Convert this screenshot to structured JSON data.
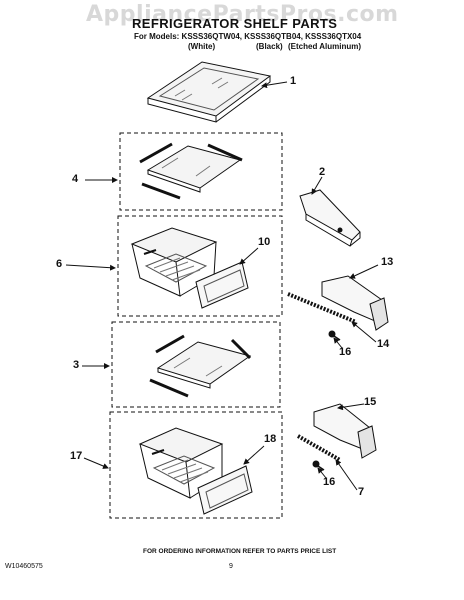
{
  "watermark": "AppliancePartsPros.com",
  "title": "REFRIGERATOR SHELF PARTS",
  "models_line": "For Models: KSSS36QTW04, KSSS36QTB04, KSSS36QTX04",
  "finishes": [
    "(White)",
    "(Black)",
    "(Etched Aluminum)"
  ],
  "callouts": [
    "1",
    "2",
    "4",
    "10",
    "6",
    "13",
    "14",
    "16",
    "3",
    "15",
    "17",
    "18",
    "16",
    "7"
  ],
  "footer_note": "FOR ORDERING INFORMATION REFER TO PARTS PRICE LIST",
  "doc_id": "W10460575",
  "page_number": "9"
}
